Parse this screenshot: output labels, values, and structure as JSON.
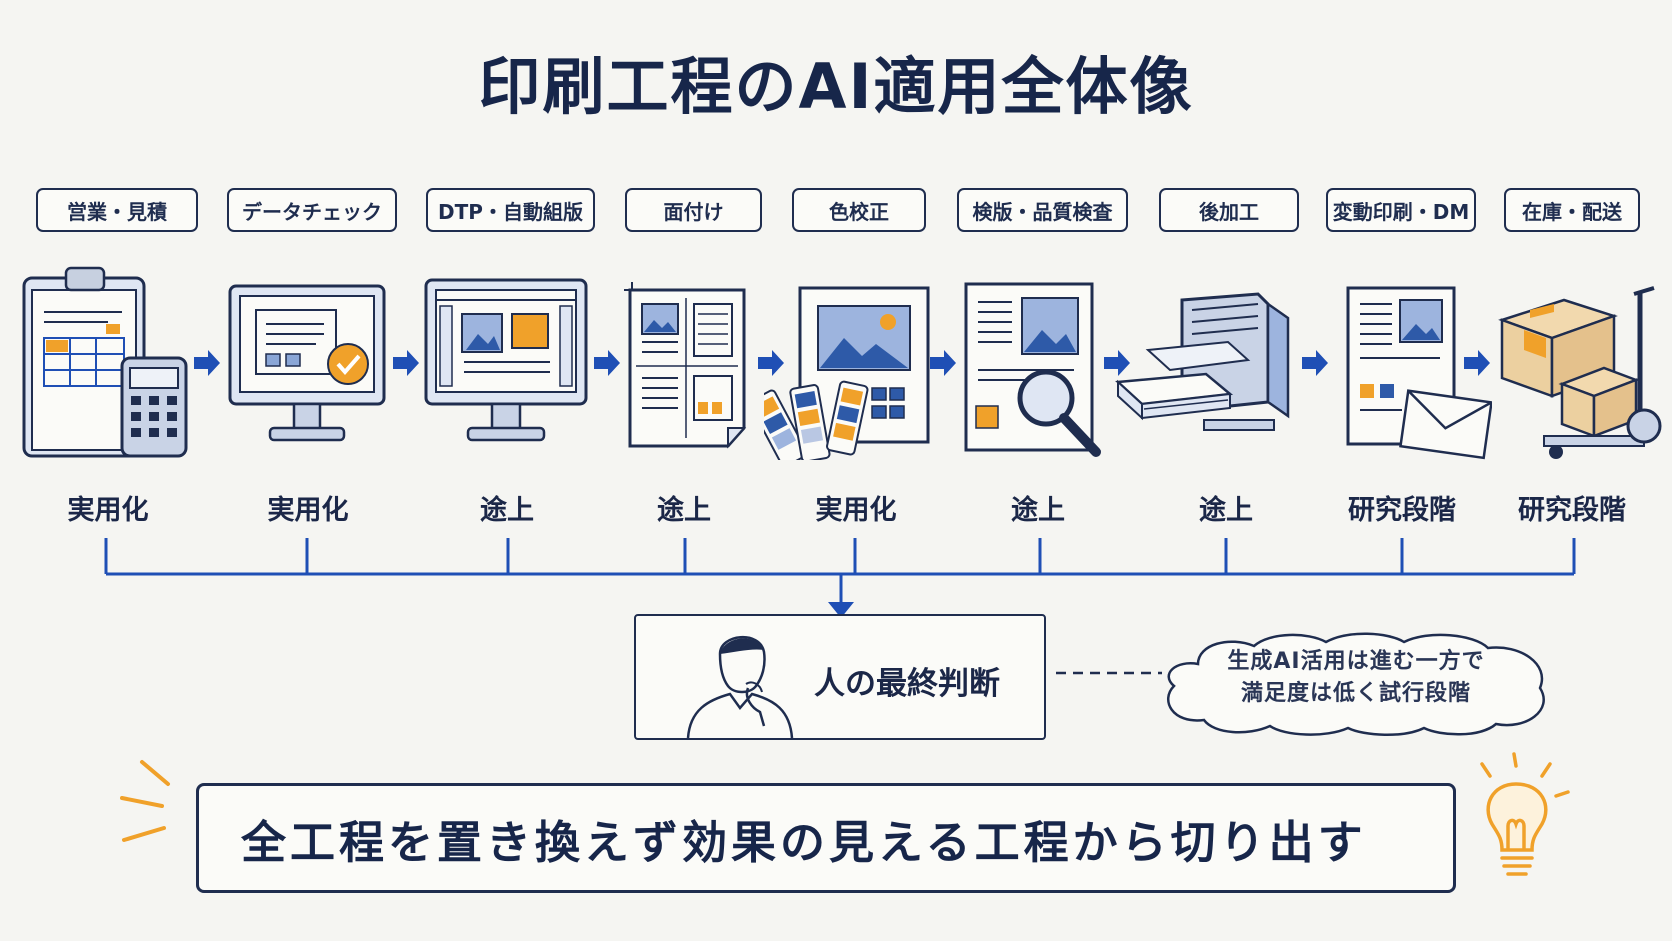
{
  "title": "印刷工程のAI適用全体像",
  "stages": [
    {
      "label": "営業・見積",
      "status": "実用化",
      "icon": "clipboard-calculator-icon"
    },
    {
      "label": "データチェック",
      "status": "実用化",
      "icon": "monitor-check-icon"
    },
    {
      "label": "DTP・自動組版",
      "status": "途上",
      "icon": "dtp-monitor-icon"
    },
    {
      "label": "面付け",
      "status": "途上",
      "icon": "imposition-sheet-icon"
    },
    {
      "label": "色校正",
      "status": "実用化",
      "icon": "color-swatch-icon"
    },
    {
      "label": "検版・品質検査",
      "status": "途上",
      "icon": "magnifier-document-icon"
    },
    {
      "label": "後加工",
      "status": "途上",
      "icon": "printer-machine-icon"
    },
    {
      "label": "変動印刷・DM",
      "status": "研究段階",
      "icon": "document-envelope-icon"
    },
    {
      "label": "在庫・配送",
      "status": "研究段階",
      "icon": "boxes-cart-icon"
    }
  ],
  "decision": {
    "label": "人の最終判断",
    "icon": "thinking-person-icon"
  },
  "note": {
    "line1": "生成AI活用は進む一方で",
    "line2": "満足度は低く試行段階"
  },
  "conclusion": "全工程を置き換えず効果の見える工程から切り出す",
  "colors": {
    "navy": "#1f2d4f",
    "blue": "#1f4fb5",
    "orange": "#f0a12a",
    "accent_fill": "#e08a1e"
  }
}
